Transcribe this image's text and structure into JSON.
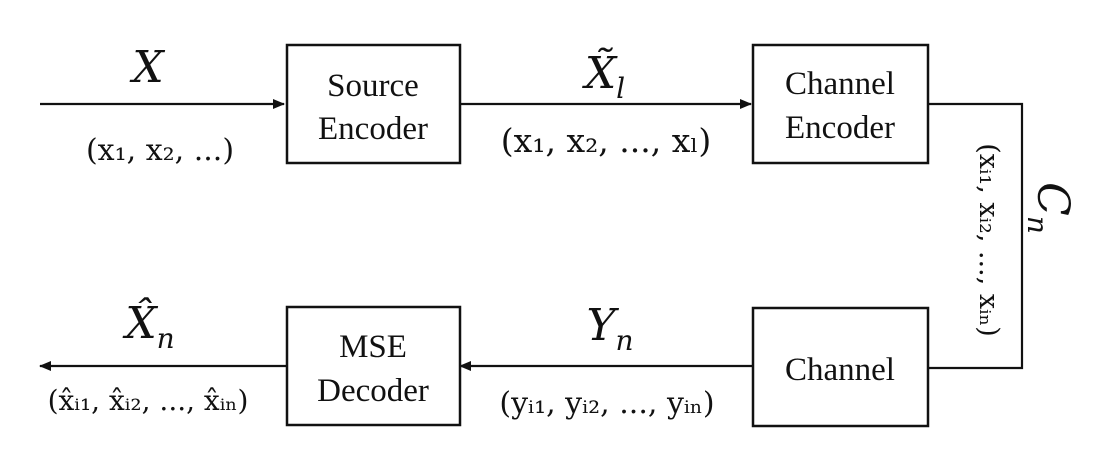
{
  "blocks": {
    "source_encoder": {
      "line1": "Source",
      "line2": "Encoder"
    },
    "channel_encoder": {
      "line1": "Channel",
      "line2": "Encoder"
    },
    "channel": {
      "label": "Channel"
    },
    "mse_decoder": {
      "line1": "MSE",
      "line2": "Decoder"
    }
  },
  "signals": {
    "input": {
      "symbol": "X",
      "sequence": "(x₁, x₂, ...)"
    },
    "source_out": {
      "symbol": "X̃",
      "subscript": "l",
      "sequence": "(x₁, x₂, ..., xₗ)"
    },
    "codeword": {
      "symbol": "C",
      "subscript": "n",
      "sequence": "(xᵢ₁, xᵢ₂, ..., xᵢₙ)"
    },
    "channel_out": {
      "symbol": "Y",
      "subscript": "n",
      "sequence": "(yᵢ₁, yᵢ₂, ..., yᵢₙ)"
    },
    "estimate": {
      "symbol": "X̂",
      "subscript": "n",
      "sequence": "(x̂ᵢ₁, x̂ᵢ₂, ..., x̂ᵢₙ)"
    }
  },
  "colors": {
    "stroke": "#111111",
    "background": "#ffffff"
  }
}
